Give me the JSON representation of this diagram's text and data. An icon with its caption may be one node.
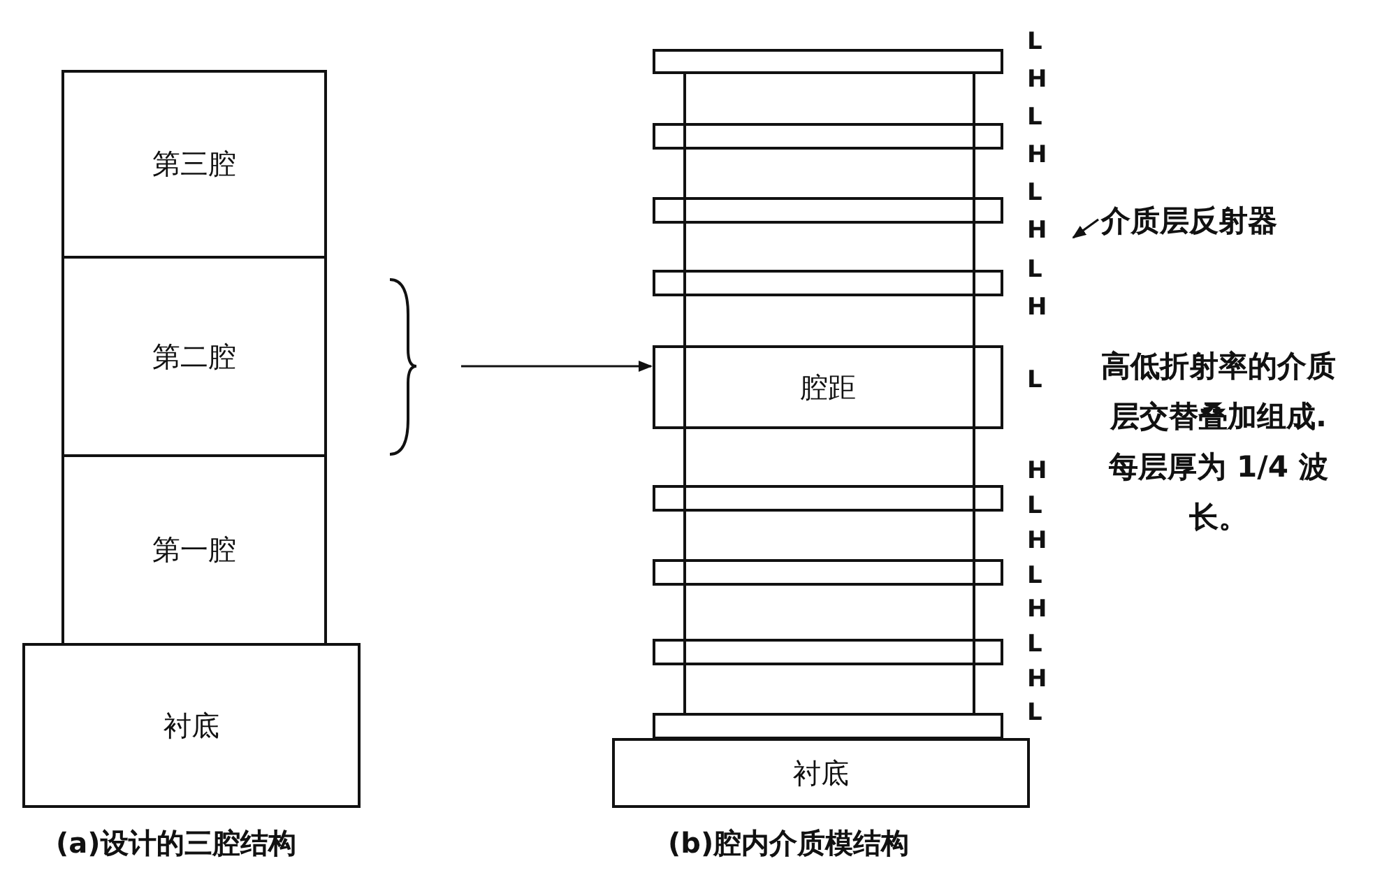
{
  "diagram": {
    "nodes": [
      {
        "text": [
          "第三腔"
        ]
      },
      {
        "text": [
          "第二腔"
        ]
      },
      {
        "text": [
          "第一腔"
        ]
      },
      {
        "text": [
          "衬底"
        ]
      },
      {
        "text": [],
        "shape": "bar"
      },
      {
        "text": [],
        "shape": "bar"
      },
      {
        "text": [],
        "shape": "bar"
      },
      {
        "text": [],
        "shape": "bar"
      },
      {
        "text": [
          "腔距"
        ]
      },
      {
        "text": [],
        "shape": "bar"
      },
      {
        "text": [],
        "shape": "bar"
      },
      {
        "text": [],
        "shape": "bar"
      },
      {
        "text": [],
        "shape": "bar"
      },
      {
        "text": [
          "衬底"
        ]
      },
      {
        "text": [
          "介质层反射器"
        ]
      }
    ],
    "edges": [
      {
        "from": null,
        "to": 8,
        "arrow": "to"
      },
      {
        "from": 14,
        "to": null,
        "arrow": "to"
      }
    ],
    "labels": [
      "L",
      "H",
      "L",
      "H",
      "L",
      "H",
      "L",
      "H",
      "L",
      "H",
      "L",
      "H",
      "L",
      "H",
      "L",
      "H",
      "L",
      "高低折射率的介质层交替叠加组成.每层厚为 1/4 波长。",
      "(a)设计的三腔结构",
      "(b)腔内介质模结构"
    ]
  }
}
